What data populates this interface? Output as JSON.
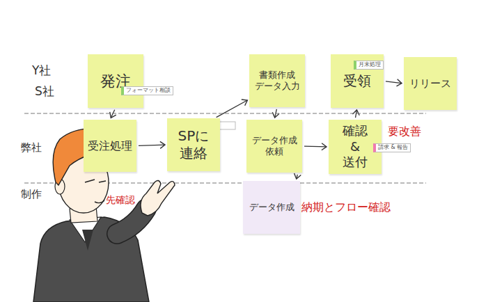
{
  "diagram": {
    "nodes": [
      {
        "text": [
          "発注"
        ]
      },
      {
        "text": [
          "受注処理"
        ]
      },
      {
        "text": [
          "SPに 連絡"
        ]
      },
      {
        "text": [
          "書類作成 データ入力"
        ]
      },
      {
        "text": [
          "データ作成 依頼"
        ]
      },
      {
        "text": [
          "データ作成"
        ]
      },
      {
        "text": [
          "受領"
        ]
      },
      {
        "text": [
          "確認 & 送付"
        ]
      },
      {
        "text": [
          "リリース"
        ]
      }
    ],
    "edges": [
      {
        "from": 0,
        "to": 1,
        "arrow": "to"
      },
      {
        "from": 1,
        "to": 2,
        "arrow": "to"
      },
      {
        "from": 2,
        "to": 3,
        "arrow": "to"
      },
      {
        "from": 3,
        "to": 4,
        "arrow": "to"
      },
      {
        "from": 4,
        "to": 7,
        "arrow": "to"
      },
      {
        "from": 4,
        "to": 5,
        "arrow": "to"
      },
      {
        "from": 7,
        "to": 6,
        "arrow": "to"
      },
      {
        "from": 6,
        "to": 8,
        "arrow": "to"
      }
    ],
    "labels": [
      "Y社",
      "S社",
      "弊社",
      "制作",
      "フォーマット相談",
      "月末処理",
      "請求 & 報告",
      "要改善",
      "先確認",
      "納期とフロー確認"
    ]
  }
}
